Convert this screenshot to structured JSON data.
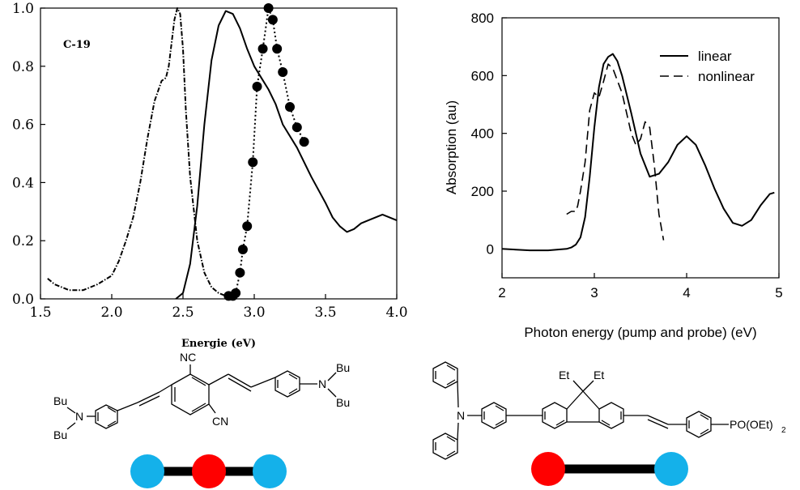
{
  "colors": {
    "donor": "#14b1ea",
    "acceptor": "#ff0000",
    "bridge": "#000000"
  },
  "chart_data": [
    {
      "type": "line",
      "annotation": "C-19",
      "xlabel": "Energie (eV)",
      "ylabel": "",
      "xlim": [
        1.5,
        4.0
      ],
      "ylim": [
        0.0,
        1.0
      ],
      "xticks": [
        1.5,
        2.0,
        2.5,
        3.0,
        3.5,
        4.0
      ],
      "xtick_labels": [
        "1.5",
        "2.0",
        "2.5",
        "3.0",
        "3.5",
        "4.0"
      ],
      "yticks": [
        0.0,
        0.2,
        0.4,
        0.6,
        0.8,
        1.0
      ],
      "ytick_labels": [
        "0.0",
        "0.2",
        "0.4",
        "0.6",
        "0.8",
        "1.0"
      ],
      "grid": false,
      "series": [
        {
          "style": "dash-dot",
          "x": [
            1.55,
            1.6,
            1.7,
            1.8,
            1.9,
            2.0,
            2.05,
            2.1,
            2.15,
            2.2,
            2.25,
            2.3,
            2.35,
            2.38,
            2.4,
            2.42,
            2.44,
            2.46,
            2.48,
            2.5,
            2.52,
            2.55,
            2.6,
            2.65,
            2.7,
            2.75,
            2.8,
            2.85
          ],
          "y": [
            0.07,
            0.05,
            0.03,
            0.03,
            0.05,
            0.08,
            0.13,
            0.2,
            0.28,
            0.4,
            0.55,
            0.68,
            0.75,
            0.76,
            0.8,
            0.88,
            0.96,
            1.0,
            0.98,
            0.86,
            0.65,
            0.42,
            0.2,
            0.09,
            0.04,
            0.02,
            0.01,
            0.01
          ]
        },
        {
          "style": "solid",
          "x": [
            2.45,
            2.5,
            2.55,
            2.6,
            2.65,
            2.7,
            2.75,
            2.8,
            2.85,
            2.9,
            2.95,
            3.0,
            3.05,
            3.1,
            3.15,
            3.2,
            3.3,
            3.4,
            3.5,
            3.55,
            3.6,
            3.65,
            3.7,
            3.75,
            3.8,
            3.9,
            4.0
          ],
          "y": [
            0.0,
            0.02,
            0.12,
            0.32,
            0.6,
            0.82,
            0.94,
            0.99,
            0.98,
            0.93,
            0.86,
            0.8,
            0.76,
            0.72,
            0.67,
            0.6,
            0.52,
            0.42,
            0.33,
            0.28,
            0.25,
            0.23,
            0.24,
            0.26,
            0.27,
            0.29,
            0.27
          ]
        },
        {
          "style": "dotted-markers",
          "x": [
            2.82,
            2.85,
            2.87,
            2.9,
            2.92,
            2.95,
            2.99,
            3.02,
            3.06,
            3.1,
            3.13,
            3.16,
            3.2,
            3.25,
            3.3,
            3.35
          ],
          "y": [
            0.01,
            0.01,
            0.02,
            0.09,
            0.17,
            0.25,
            0.47,
            0.73,
            0.86,
            1.0,
            0.96,
            0.86,
            0.78,
            0.66,
            0.59,
            0.54
          ]
        }
      ]
    },
    {
      "type": "line",
      "xlabel": "Photon energy (pump and probe) (eV)",
      "ylabel": "Absorption (au)",
      "xlim": [
        2,
        5
      ],
      "ylim": [
        -100,
        800
      ],
      "xticks": [
        2,
        3,
        4,
        5
      ],
      "xtick_labels": [
        "2",
        "3",
        "4",
        "5"
      ],
      "yticks": [
        0,
        200,
        400,
        600,
        800
      ],
      "ytick_labels": [
        "0",
        "200",
        "400",
        "600",
        "800"
      ],
      "grid": false,
      "legend_position": "top-right",
      "series": [
        {
          "name": "linear",
          "style": "solid",
          "x": [
            2.0,
            2.3,
            2.5,
            2.7,
            2.75,
            2.8,
            2.85,
            2.9,
            2.95,
            3.0,
            3.05,
            3.1,
            3.15,
            3.2,
            3.25,
            3.3,
            3.4,
            3.5,
            3.6,
            3.7,
            3.8,
            3.9,
            4.0,
            4.1,
            4.2,
            4.3,
            4.4,
            4.5,
            4.6,
            4.7,
            4.8,
            4.9,
            4.95
          ],
          "y": [
            0,
            -5,
            -5,
            0,
            5,
            15,
            40,
            110,
            250,
            420,
            560,
            640,
            665,
            675,
            650,
            600,
            470,
            330,
            250,
            260,
            300,
            360,
            390,
            360,
            290,
            210,
            140,
            90,
            80,
            100,
            150,
            190,
            195
          ]
        },
        {
          "name": "nonlinear",
          "style": "dashed",
          "x": [
            2.7,
            2.75,
            2.8,
            2.82,
            2.85,
            2.9,
            2.95,
            3.0,
            3.05,
            3.1,
            3.15,
            3.2,
            3.3,
            3.4,
            3.45,
            3.5,
            3.55,
            3.6,
            3.65,
            3.7,
            3.75
          ],
          "y": [
            120,
            130,
            130,
            150,
            200,
            300,
            480,
            540,
            525,
            580,
            640,
            625,
            540,
            400,
            360,
            380,
            440,
            420,
            290,
            120,
            30
          ]
        }
      ]
    }
  ],
  "molecules": [
    {
      "labels": {
        "nc_top": "NC",
        "cn_bottom": "CN",
        "bu_left_top": "Bu",
        "bu_left_bottom": "Bu",
        "n_left": "N",
        "bu_right_top": "Bu",
        "bu_right_bottom": "Bu",
        "n_right": "N"
      },
      "schematic": [
        "donor",
        "acceptor",
        "donor"
      ]
    },
    {
      "labels": {
        "et_left": "Et",
        "et_right": "Et",
        "n": "N",
        "po": "PO(OEt)",
        "po_sub": "2"
      },
      "schematic": [
        "acceptor",
        "donor"
      ]
    }
  ]
}
